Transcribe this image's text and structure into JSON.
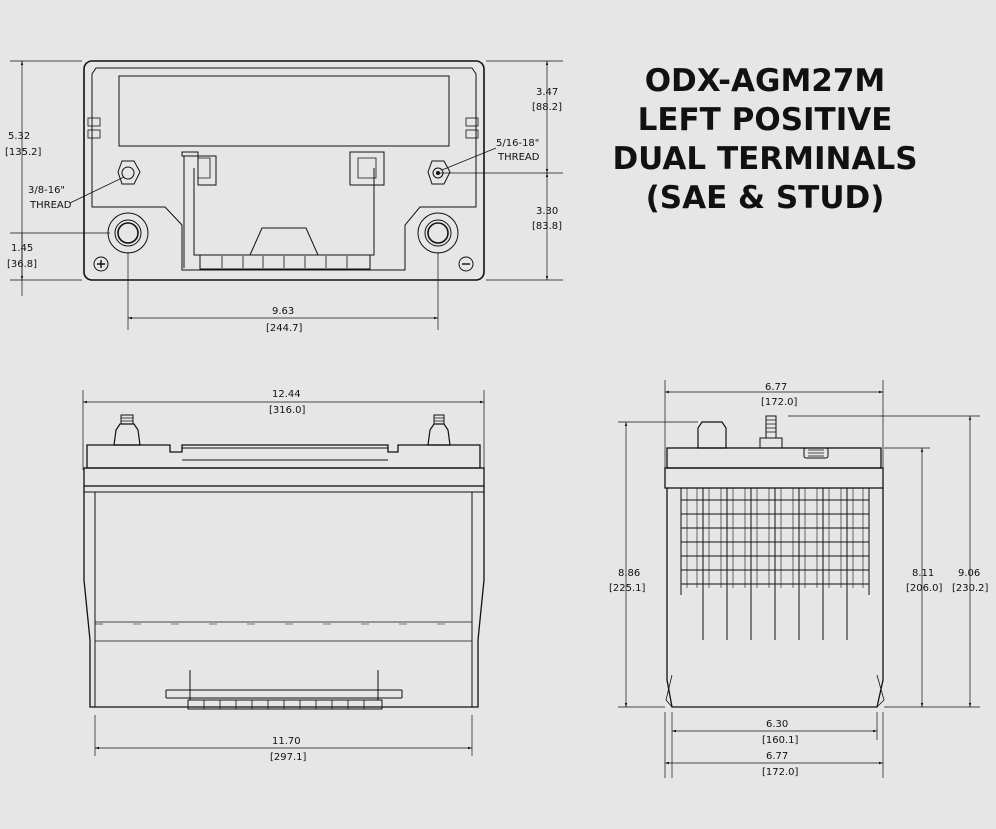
{
  "title": {
    "line1": "ODX-AGM27M",
    "line2": "LEFT POSITIVE",
    "line3": "DUAL TERMINALS",
    "line4": "(SAE & STUD)"
  },
  "top_view": {
    "overall_height": {
      "in": "5.32",
      "mm": "[135.2]"
    },
    "upper_to_stud": {
      "in": "3.47",
      "mm": "[88.2]"
    },
    "stud_to_bottom": {
      "in": "3.30",
      "mm": "[83.8]"
    },
    "post_to_bottom": {
      "in": "1.45",
      "mm": "[36.8]"
    },
    "post_spacing": {
      "in": "9.63",
      "mm": "[244.7]"
    },
    "left_thread": {
      "line1": "3/8-16\"",
      "line2": "THREAD"
    },
    "right_thread": {
      "line1": "5/16-18\"",
      "line2": "THREAD"
    }
  },
  "front_view": {
    "top_width": {
      "in": "12.44",
      "mm": "[316.0]"
    },
    "base_width": {
      "in": "11.70",
      "mm": "[297.1]"
    }
  },
  "side_view": {
    "top_width": {
      "in": "6.77",
      "mm": "[172.0]"
    },
    "body_height": {
      "in": "8.86",
      "mm": "[225.1]"
    },
    "case_height": {
      "in": "8.11",
      "mm": "[206.0]"
    },
    "total_height": {
      "in": "9.06",
      "mm": "[230.2]"
    },
    "base_width": {
      "in": "6.30",
      "mm": "[160.1]"
    },
    "overall_width": {
      "in": "6.77",
      "mm": "[172.0]"
    }
  }
}
